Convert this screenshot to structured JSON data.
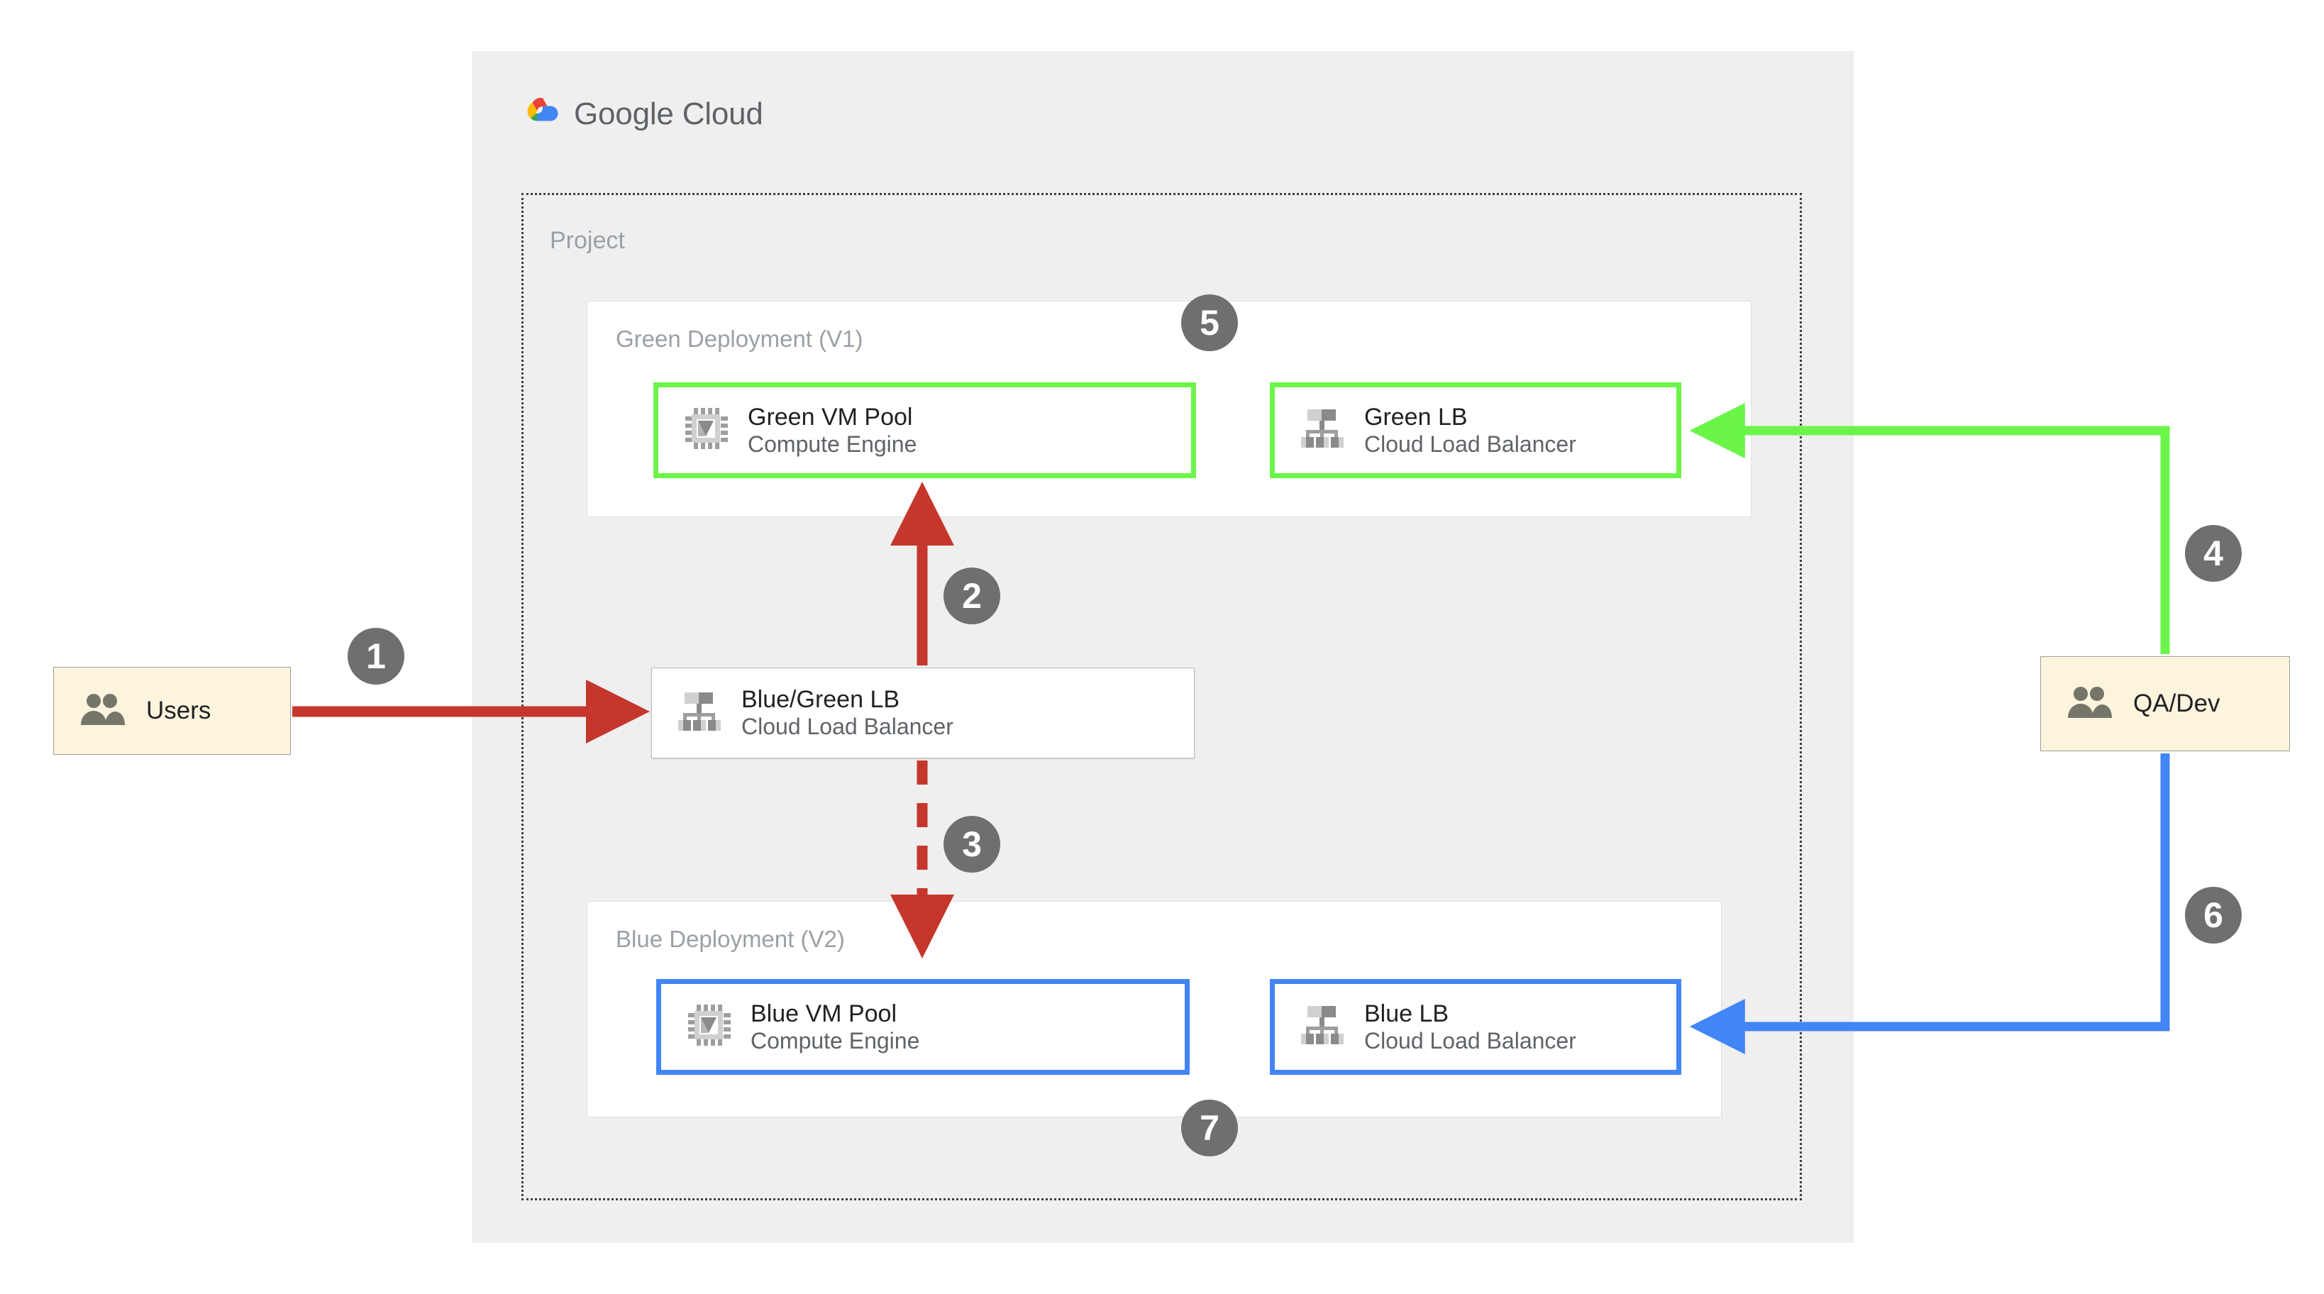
{
  "cloud": {
    "provider_name_part1": "Google",
    "provider_name_part2": "Cloud",
    "logo_icon": "google-cloud-logo-icon"
  },
  "project": {
    "label": "Project"
  },
  "deployments": [
    {
      "id": "green",
      "label": "Green Deployment (V1)",
      "accent": "#6BF549"
    },
    {
      "id": "blue",
      "label": "Blue Deployment (V2)",
      "accent": "#4285F4"
    }
  ],
  "nodes": {
    "green_vm": {
      "title": "Green VM Pool",
      "subtitle": "Compute Engine",
      "icon": "cpu-chip-icon"
    },
    "green_lb": {
      "title": "Green LB",
      "subtitle": "Cloud Load Balancer",
      "icon": "load-balancer-icon"
    },
    "bluegreen_lb": {
      "title": "Blue/Green LB",
      "subtitle": "Cloud Load Balancer",
      "icon": "load-balancer-icon"
    },
    "blue_vm": {
      "title": "Blue VM Pool",
      "subtitle": "Compute Engine",
      "icon": "cpu-chip-icon"
    },
    "blue_lb": {
      "title": "Blue LB",
      "subtitle": "Cloud Load Balancer",
      "icon": "load-balancer-icon"
    },
    "users": {
      "title": "Users",
      "icon": "people-icon"
    },
    "qa_dev": {
      "title": "QA/Dev",
      "icon": "people-icon"
    }
  },
  "steps": [
    {
      "number": "1",
      "from": "Users",
      "to": "Blue/Green LB",
      "style": "solid",
      "color": "#C5372C"
    },
    {
      "number": "2",
      "from": "Blue/Green LB",
      "to": "Green VM Pool",
      "style": "solid",
      "color": "#C5372C"
    },
    {
      "number": "3",
      "from": "Blue/Green LB",
      "to": "Blue VM Pool",
      "style": "dashed",
      "color": "#C5372C"
    },
    {
      "number": "4",
      "from": "QA/Dev",
      "to": "Green LB",
      "style": "solid",
      "color": "#6BF549"
    },
    {
      "number": "5",
      "from": "",
      "to": "Green Deployment (V1)",
      "style": "marker",
      "color": "#706F6F"
    },
    {
      "number": "6",
      "from": "QA/Dev",
      "to": "Blue LB",
      "style": "solid",
      "color": "#4285F4"
    },
    {
      "number": "7",
      "from": "",
      "to": "Blue Deployment (V2)",
      "style": "marker",
      "color": "#706F6F"
    }
  ],
  "colors": {
    "panel_background": "#efefef",
    "page_background": "#ffffff",
    "green_accent": "#6BF549",
    "blue_accent": "#4285F4",
    "red_accent": "#C5372C",
    "badge_gray": "#706F6F",
    "actor_fill": "#FCF4DD",
    "muted_text": "#9aa0a6"
  }
}
